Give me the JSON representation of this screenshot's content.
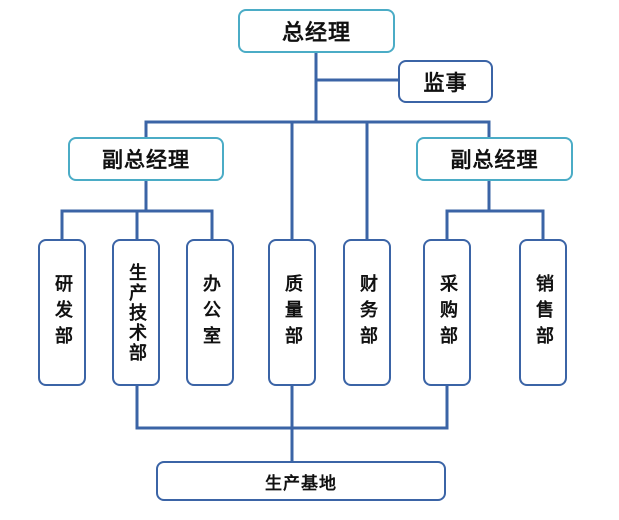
{
  "nodes": {
    "gm": "总经理",
    "supervisor": "监事",
    "deputy_left": "副总经理",
    "deputy_right": "副总经理",
    "rnd": "研发部",
    "prod_tech": "生产技术部",
    "office": "办公室",
    "quality": "质量部",
    "finance": "财务部",
    "purchasing": "采购部",
    "sales": "销售部",
    "production_base": "生产基地"
  },
  "colors": {
    "line": "#3b64a6",
    "teal_border": "#4bacc6",
    "blue_border": "#3b64a6"
  }
}
